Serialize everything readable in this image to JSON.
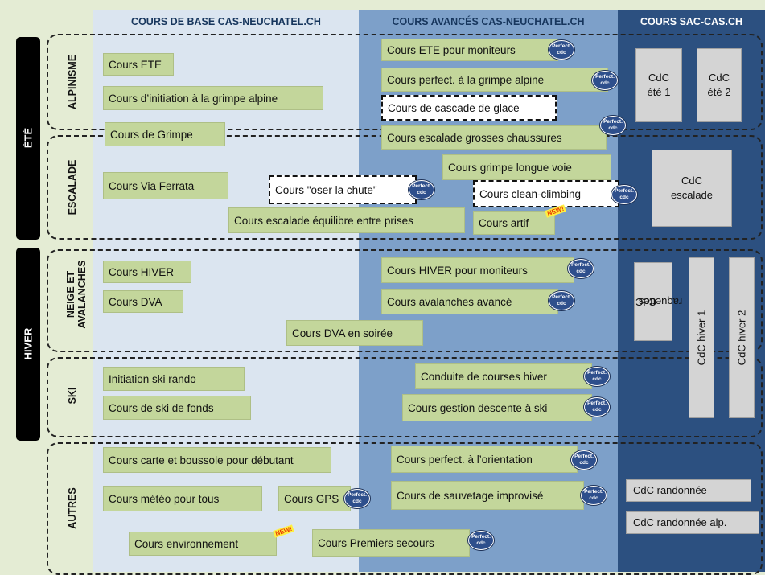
{
  "columns": {
    "base": "COURS DE BASE CAS-NEUCHATEL.CH",
    "advanced": "COURS AVANCÉS CAS-NEUCHATEL.CH",
    "sac": "COURS SAC-CAS.CH"
  },
  "seasons": {
    "summer": "ÉTÉ",
    "winter": "HIVER"
  },
  "groups": {
    "alpinisme": "ALPINISME",
    "escalade": "ESCALADE",
    "neige_line1": "NEIGE ET",
    "neige_line2": "AVALANCHES",
    "ski": "SKI",
    "autres": "AUTRES"
  },
  "badge": {
    "line1": "Perfect.",
    "line2": "cdc"
  },
  "new_label": "NEW!",
  "courses": {
    "ete": "Cours ETE",
    "initiation_grimpe": "Cours d’initiation à la grimpe alpine",
    "grimpe": "Cours de Grimpe",
    "via_ferrata": "Cours Via Ferrata",
    "oser_chute": "Cours \"oser la chute\"",
    "equilibre": "Cours escalade équilibre entre prises",
    "ete_moniteurs": "Cours ETE pour moniteurs",
    "perfect_grimpe": "Cours perfect. à la grimpe alpine",
    "cascade_glace": "Cours de cascade de glace",
    "grosses_chaussures": "Cours escalade grosses chaussures",
    "longue_voie": "Cours grimpe longue voie",
    "clean_climbing": "Cours clean-climbing",
    "artif": "Cours artif",
    "hiver": "Cours HIVER",
    "dva": "Cours DVA",
    "dva_soiree": "Cours DVA en soirée",
    "hiver_moniteurs": "Cours HIVER pour moniteurs",
    "avalanches": "Cours avalanches avancé",
    "ski_rando": "Initiation ski rando",
    "ski_fonds": "Cours de ski de fonds",
    "conduite_hiver": "Conduite de courses hiver",
    "descente_ski": "Cours gestion descente à ski",
    "carte_boussole": "Cours carte et boussole pour débutant",
    "meteo": "Cours météo pour tous",
    "gps": "Cours GPS",
    "environnement": "Cours environnement",
    "orientation": "Cours perfect. à l’orientation",
    "sauvetage": "Cours de sauvetage improvisé",
    "premiers_secours": "Cours Premiers secours"
  },
  "cdc": {
    "ete1_l1": "CdC",
    "ete1_l2": "été 1",
    "ete2_l1": "CdC",
    "ete2_l2": "été 2",
    "escalade_l1": "CdC",
    "escalade_l2": "escalade",
    "raquettes_l1": "CdC",
    "raquettes_l2": "raquettes",
    "hiver1": "CdC hiver 1",
    "hiver2": "CdC hiver 2",
    "randonnee": "CdC randonnée",
    "randonnee_alp": "CdC randonnée alp."
  }
}
